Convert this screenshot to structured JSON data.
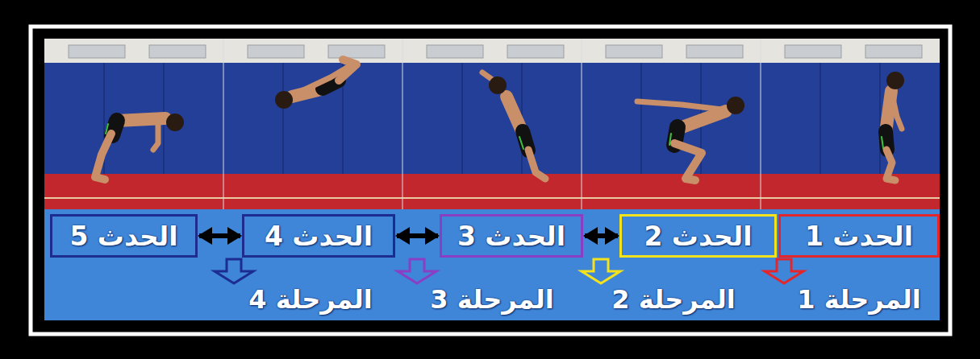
{
  "diagram": {
    "nodes": [
      {
        "text": [
          "الحدث 1"
        ]
      },
      {
        "text": [
          "الحدث 2"
        ]
      },
      {
        "text": [
          "الحدث 3"
        ]
      },
      {
        "text": [
          "الحدث 4"
        ]
      },
      {
        "text": [
          "الحدث 5"
        ]
      }
    ],
    "edges": [
      {
        "from": 1,
        "to": 2,
        "arrow": "both"
      },
      {
        "from": 2,
        "to": 3,
        "arrow": "both"
      },
      {
        "from": 3,
        "to": 4,
        "arrow": "both"
      }
    ],
    "labels": [
      "المرحلة 1",
      "المرحلة 2",
      "المرحلة 3",
      "المرحلة 4"
    ]
  }
}
